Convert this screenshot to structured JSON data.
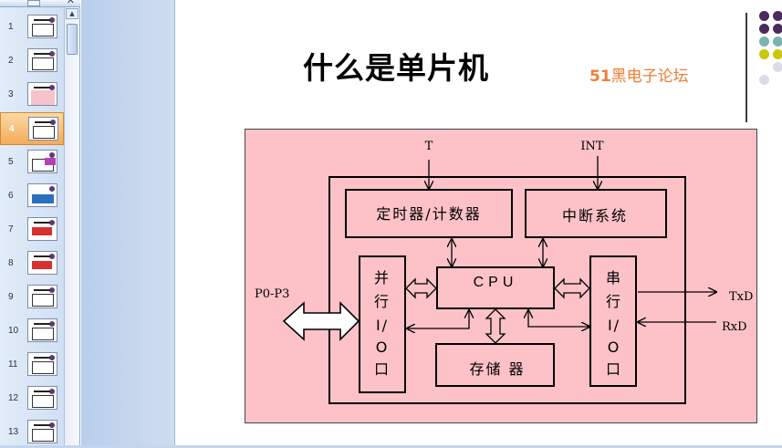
{
  "thumbnail_pane": {
    "close_glyph": "✕",
    "slides": [
      {
        "number": "1"
      },
      {
        "number": "2"
      },
      {
        "number": "3"
      },
      {
        "number": "4",
        "selected": true
      },
      {
        "number": "5"
      },
      {
        "number": "6"
      },
      {
        "number": "7"
      },
      {
        "number": "8"
      },
      {
        "number": "9"
      },
      {
        "number": "10"
      },
      {
        "number": "11"
      },
      {
        "number": "12"
      },
      {
        "number": "13"
      }
    ],
    "selected_color": "#f3ab5a"
  },
  "slide": {
    "title": "什么是单片机",
    "forum_number": "51",
    "forum_text": "黑电子论坛",
    "forum_color": "#ee7d31",
    "deco_colors": [
      "#4b2a5e",
      "#7ab3b0",
      "#c9c80a",
      "#dcdce8"
    ]
  },
  "diagram": {
    "background": "#fcc2c8",
    "input_t": "T",
    "input_int": "INT",
    "timer": "定时器/计数器",
    "interrupt": "中断系统",
    "cpu": "CPU",
    "parallel_io": [
      "并",
      "行",
      "I/",
      "O",
      "口"
    ],
    "serial_io": [
      "串",
      "行",
      "I/",
      "O",
      "口"
    ],
    "memory": "存储 器",
    "ports": "P0-P3",
    "txd": "TxD",
    "rxd": "RxD"
  }
}
